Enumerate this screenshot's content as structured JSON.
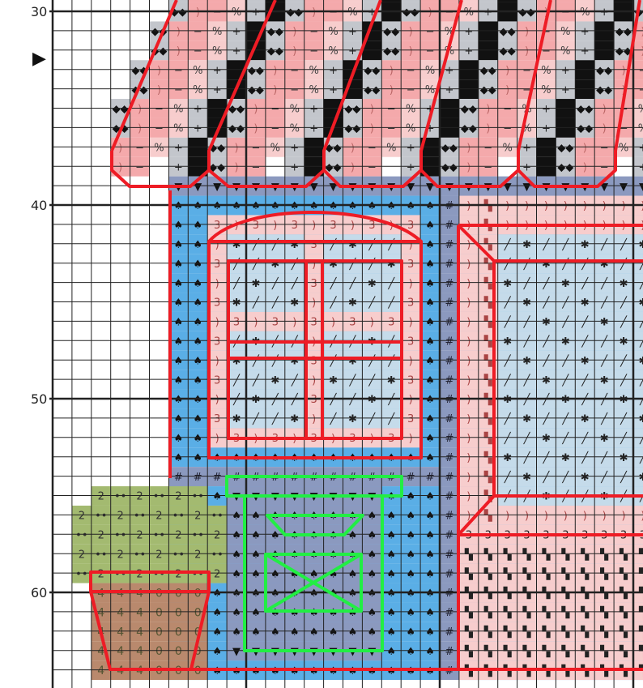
{
  "pattern": {
    "row_labels": [
      {
        "row": 30,
        "text": "30"
      },
      {
        "row": 40,
        "text": "40"
      },
      {
        "row": 50,
        "text": "50"
      },
      {
        "row": 60,
        "text": "60"
      }
    ],
    "center_marker": "▶",
    "center_row": 32.5,
    "palette": {
      "white": "#ffffff",
      "grey": "#c3c6cc",
      "light_grey": "#dfe1e6",
      "black": "#111111",
      "pink": "#f4a9ab",
      "light_pink": "#f7cdcd",
      "slate": "#8b99bf",
      "blue": "#5aaee6",
      "pale_blue": "#c5dbea",
      "olive": "#a3ba70",
      "terracotta": "#b9896d",
      "outline_red": "#ee1c25",
      "outline_green": "#22ee44"
    },
    "symbols": {
      "plus": "+",
      "square": "■",
      "diamonds": "◆◆",
      "paren": ")",
      "dash": "−",
      "slash_pct": "%",
      "triangle": "▼",
      "spade": "♠",
      "hash": "#",
      "asterisk": "✱",
      "diag": "╱",
      "three": "3",
      "two": "2",
      "dots": "••",
      "four": "4",
      "zero": "0",
      "checker": "▚"
    }
  }
}
